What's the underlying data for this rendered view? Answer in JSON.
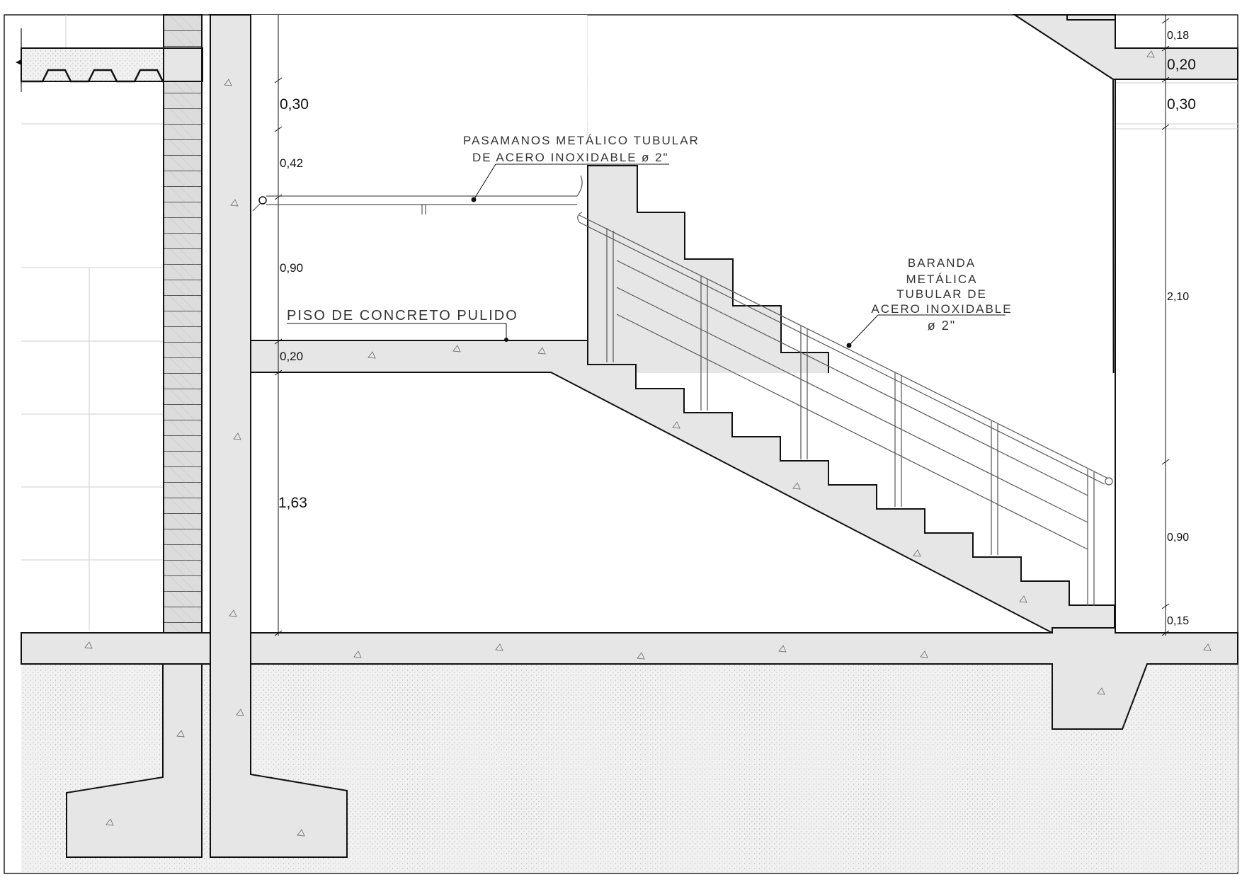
{
  "dimensions_left": {
    "d1": "0,30",
    "d2": "0,42",
    "d3": "0,90",
    "d4": "0,20",
    "d5": "1,63"
  },
  "dimensions_right": {
    "r1": "0,18",
    "r2": "0,20",
    "r3": "0,30",
    "r4": "2,10",
    "r5": "0,90",
    "r6": "0,15"
  },
  "notes": {
    "handrail_line1": "PASAMANOS METÁLICO TUBULAR",
    "handrail_line2": "DE ACERO INOXIDABLE",
    "handrail_diameter": "ø 2\"",
    "floor": "PISO DE CONCRETO PULIDO",
    "railing_line1": "BARANDA",
    "railing_line2": "METÁLICA",
    "railing_line3": "TUBULAR DE",
    "railing_line4": "ACERO INOXIDABLE",
    "railing_diameter": "ø 2\""
  },
  "colors": {
    "concrete": "#e6e6e6",
    "line": "#111111",
    "brick": "#d9d9d9"
  }
}
